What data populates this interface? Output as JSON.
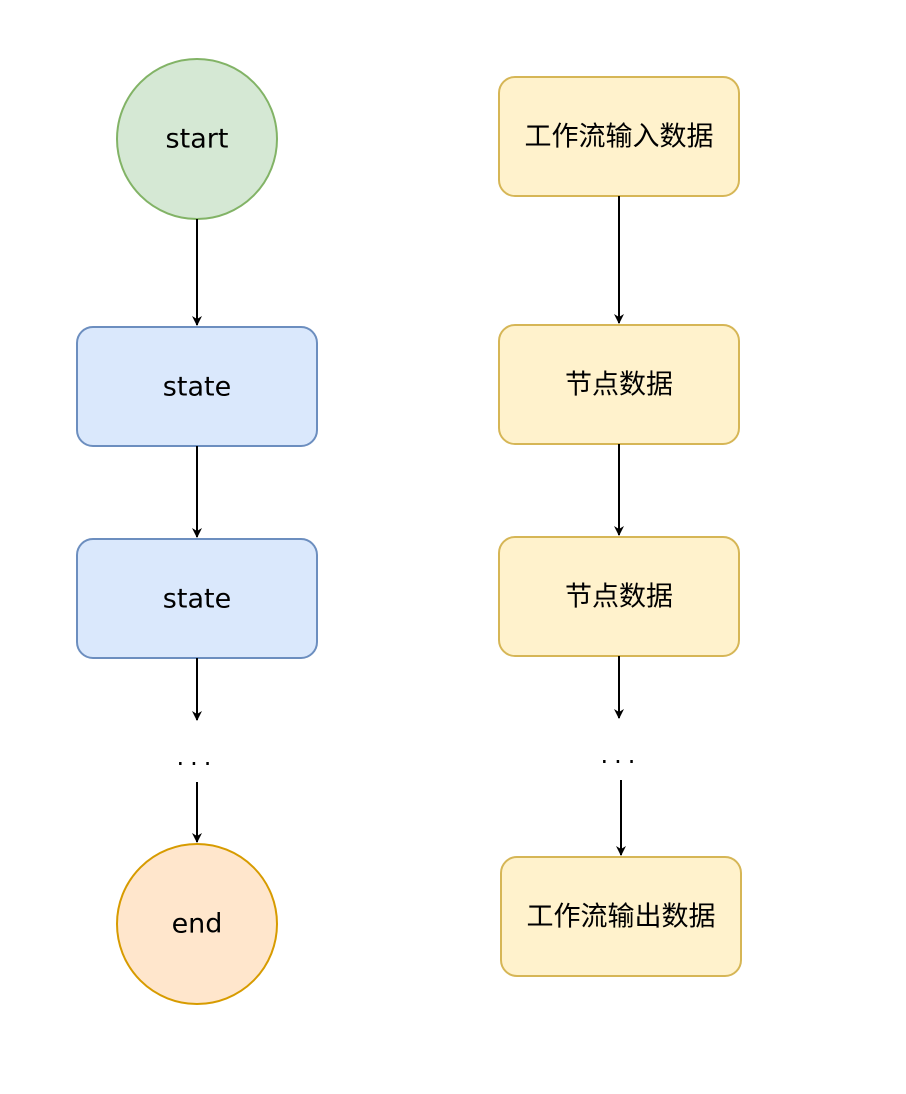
{
  "left_flow": {
    "start": {
      "label": "start",
      "fill": "#d5e8d4",
      "stroke": "#82b366"
    },
    "state_1": {
      "label": "state",
      "fill": "#dae8fc",
      "stroke": "#6c8ebf"
    },
    "state_2": {
      "label": "state",
      "fill": "#dae8fc",
      "stroke": "#6c8ebf"
    },
    "ellipsis": {
      "label": "..."
    },
    "end": {
      "label": "end",
      "fill": "#ffe6cc",
      "stroke": "#d79b00"
    }
  },
  "right_flow": {
    "input": {
      "label": "工作流输入数据",
      "fill": "#fff2cc",
      "stroke": "#d6b656"
    },
    "node_1": {
      "label": "节点数据",
      "fill": "#fff2cc",
      "stroke": "#d6b656"
    },
    "node_2": {
      "label": "节点数据",
      "fill": "#fff2cc",
      "stroke": "#d6b656"
    },
    "ellipsis": {
      "label": "..."
    },
    "output": {
      "label": "工作流输出数据",
      "fill": "#fff2cc",
      "stroke": "#d6b656"
    }
  },
  "edge_color": "#000000"
}
